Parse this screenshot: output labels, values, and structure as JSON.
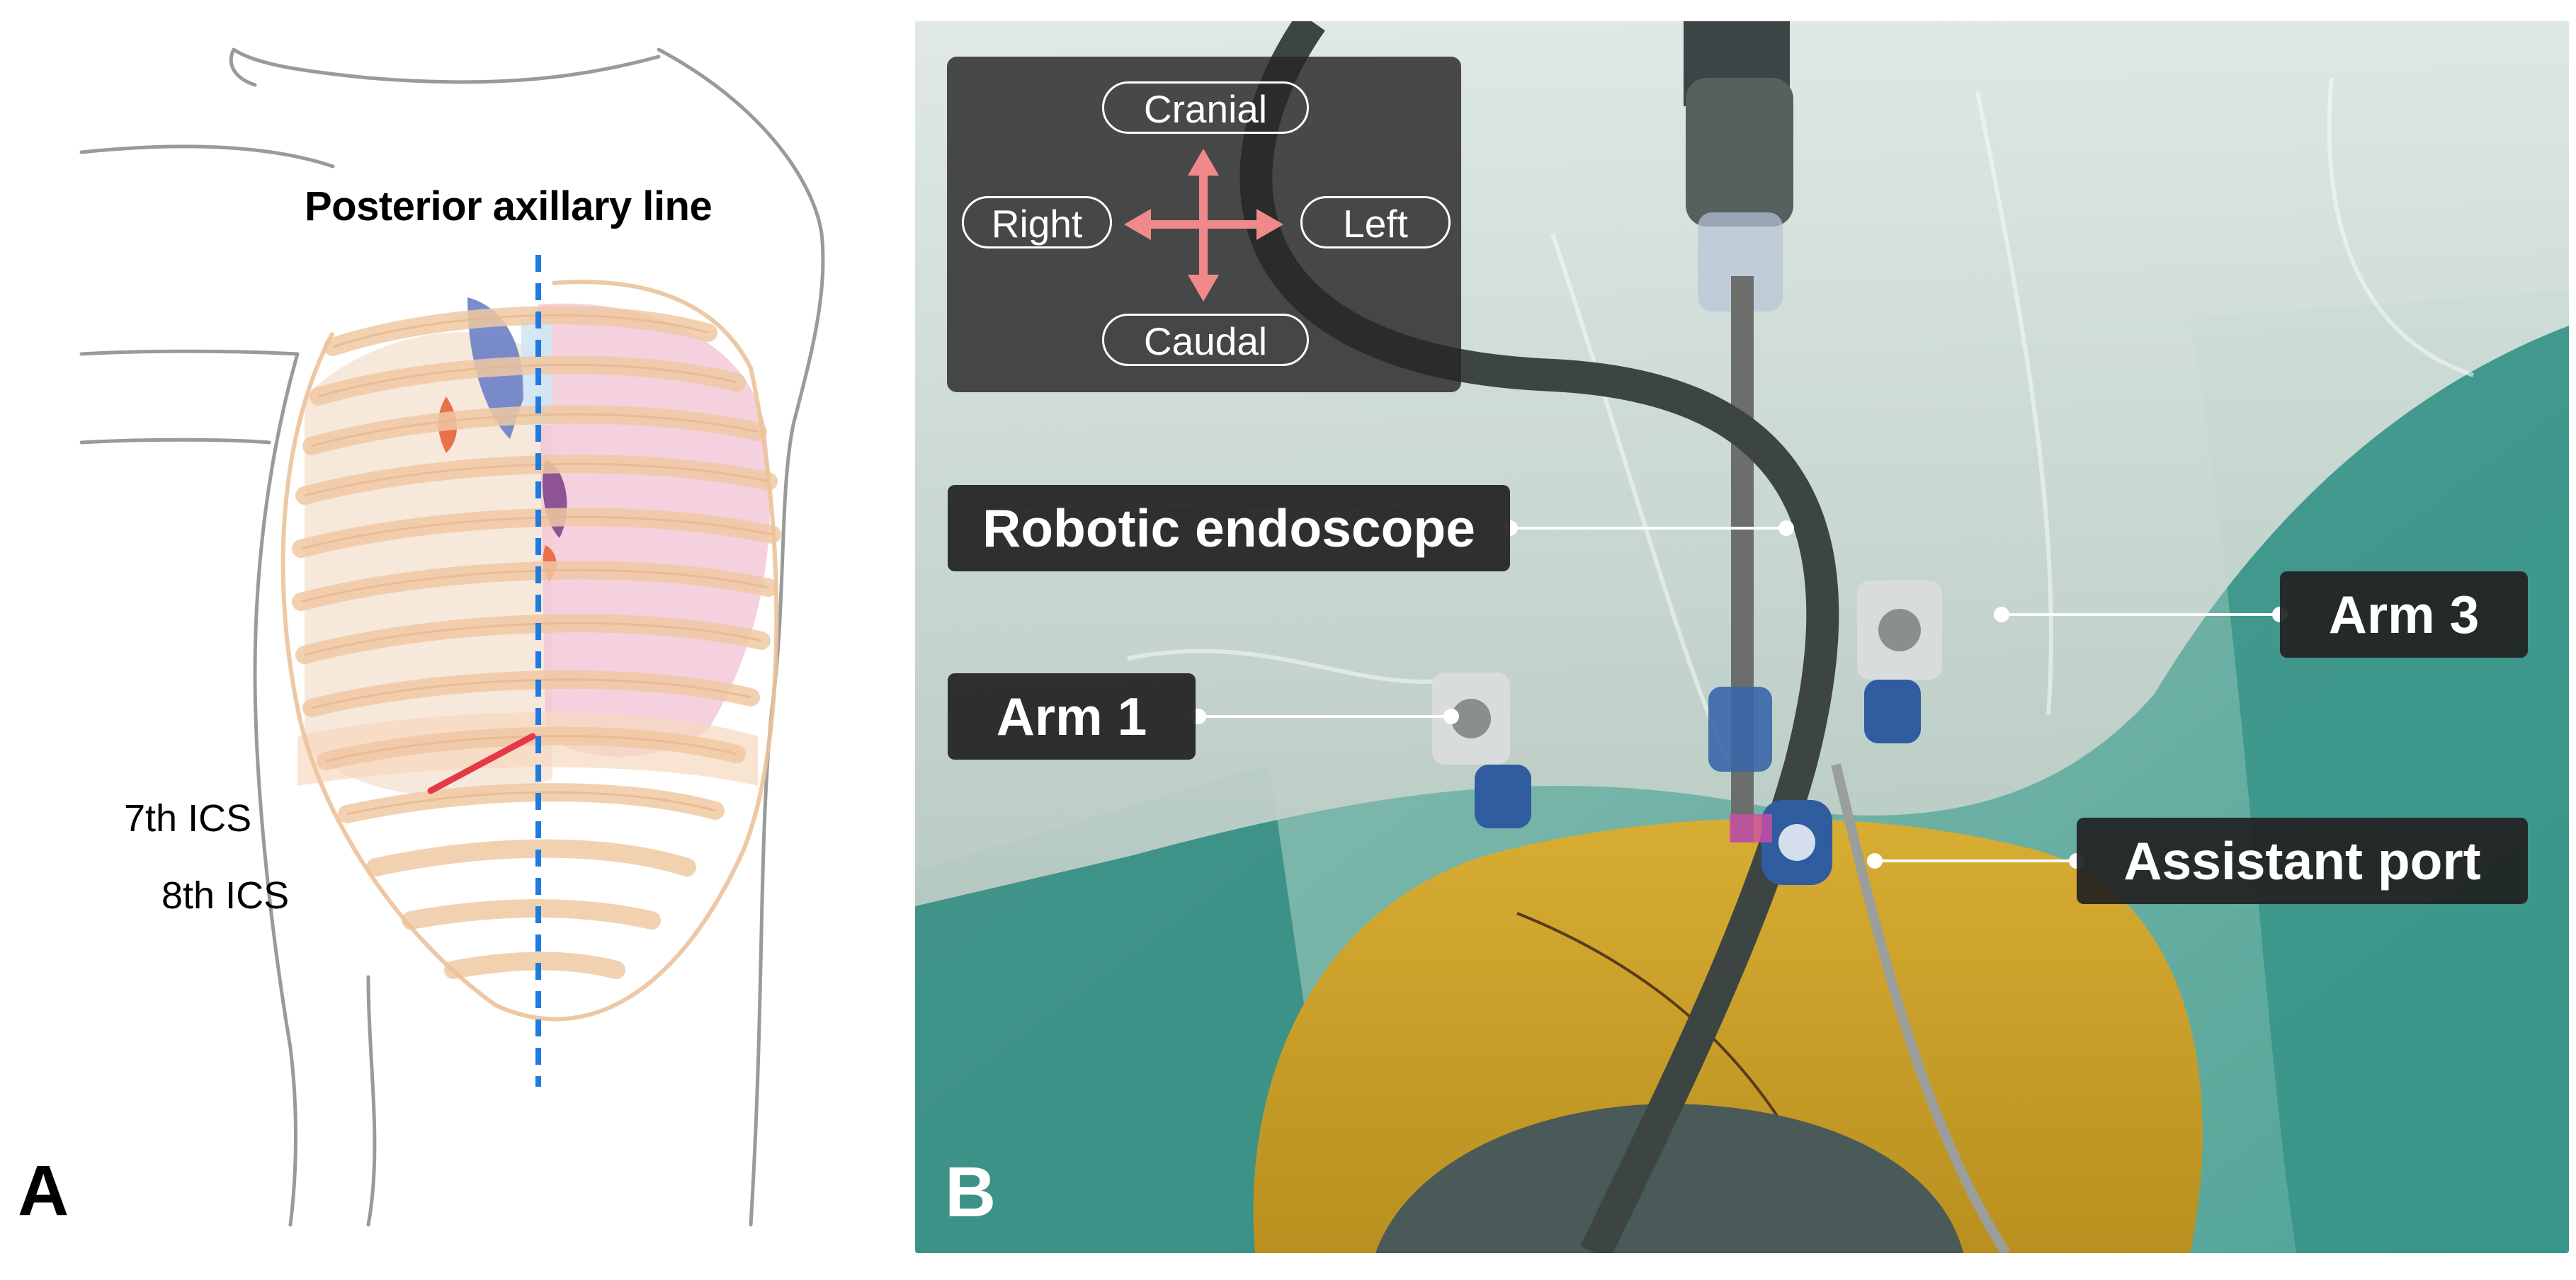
{
  "panel_a": {
    "letter": "A",
    "line_label": "Posterior axillary line",
    "ics_labels": [
      "7th ICS",
      "8th ICS"
    ],
    "colors": {
      "dashed_line": "#1f7be0",
      "incision": "#e63946",
      "ribs": "#f3d3b4",
      "lung": "#f2c4d6",
      "vessel_blue": "#6a7fc6"
    }
  },
  "panel_b": {
    "letter": "B",
    "orientation": {
      "up": "Cranial",
      "left": "Right",
      "right": "Left",
      "down": "Caudal",
      "arrow_color": "#f08a8a"
    },
    "callouts": {
      "endoscope": "Robotic endoscope",
      "arm1": "Arm 1",
      "arm3": "Arm 3",
      "assistant": "Assistant port"
    }
  }
}
